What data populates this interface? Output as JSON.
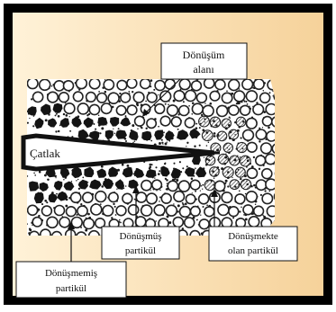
{
  "labels": {
    "crack": "Çatlak",
    "zone_line1": "Dönüşüm",
    "zone_line2": "alanı",
    "transformed_line1": "Dönüşmüş",
    "transformed_line2": "partikül",
    "transforming_line1": "Dönüşmekte",
    "transforming_line2": "olan partikül",
    "untransformed_line1": "Dönüşmemiş",
    "untransformed_line2": "partikül"
  },
  "colors": {
    "frame": "#000000",
    "background_left": "#fff2d8",
    "background_right": "#f6d29a",
    "particle_dark": "#141414",
    "particle_ring": "#222222"
  }
}
